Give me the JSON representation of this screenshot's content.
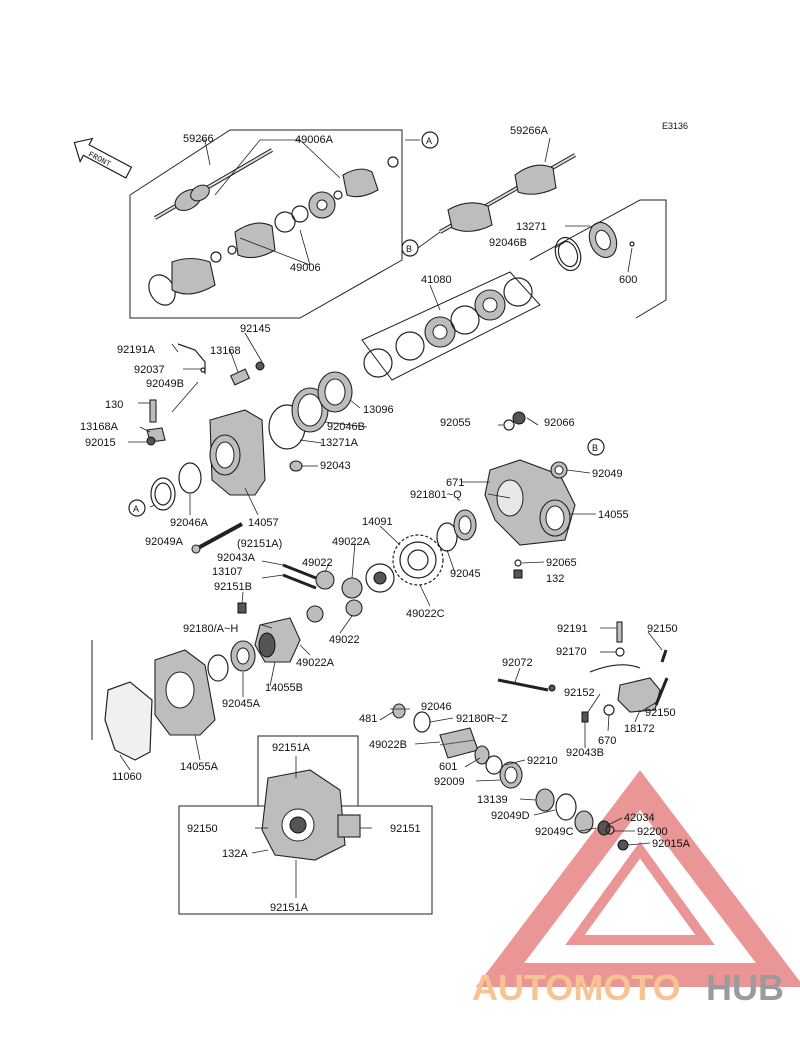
{
  "diagram_code": "E3136",
  "front_arrow_label": "FRONT",
  "watermark": {
    "part_a": "AUTOMOTO",
    "part_b": "HUB",
    "color_a": "#f5b06e",
    "color_b": "#7a7a7a",
    "triangle_color": "#e57373"
  },
  "callouts": {
    "A": "A",
    "B": "B"
  },
  "labels": {
    "l59266": "59266",
    "l49006A": "49006A",
    "l49006": "49006",
    "l59266A": "59266A",
    "l13271": "13271",
    "l92046B_top": "92046B",
    "l600": "600",
    "l41080": "41080",
    "l92145": "92145",
    "l92191A": "92191A",
    "l13168": "13168",
    "l92037": "92037",
    "l92049B": "92049B",
    "l130": "130",
    "l13168A": "13168A",
    "l92015": "92015",
    "l13096": "13096",
    "l92046B": "92046B",
    "l13271A": "13271A",
    "l92043": "92043",
    "l92055": "92055",
    "l92066": "92066",
    "l92049": "92049",
    "l671": "671",
    "l921801Q": "921801~Q",
    "l14055": "14055",
    "l92046A": "92046A",
    "l14057": "14057",
    "l14091": "14091",
    "l92049A": "92049A",
    "l92151A_paren": "(92151A)",
    "l49022A_top": "49022A",
    "l92043A": "92043A",
    "l49022": "49022",
    "l13107": "13107",
    "l92045": "92045",
    "l92065": "92065",
    "l132": "132",
    "l92151B": "92151B",
    "l49022C": "49022C",
    "l92180AH": "92180/A~H",
    "l49022_b": "49022",
    "l92191": "92191",
    "l92150_top": "92150",
    "l92170": "92170",
    "l49022A": "49022A",
    "l92072": "92072",
    "l14055B": "14055B",
    "l92152": "92152",
    "l92045A": "92045A",
    "l92150_mid": "92150",
    "l92046": "92046",
    "l18172": "18172",
    "l481": "481",
    "l92180RZ": "92180R~Z",
    "l670": "670",
    "l92043B": "92043B",
    "l49022B": "49022B",
    "l92151A_inset_top": "92151A",
    "l14055A": "14055A",
    "l601": "601",
    "l92210": "92210",
    "l11060": "11060",
    "l92009": "92009",
    "l13139": "13139",
    "l42034": "42034",
    "l92049D": "92049D",
    "l92200": "92200",
    "l92150_inset": "92150",
    "l92151": "92151",
    "l92049C": "92049C",
    "l92015A": "92015A",
    "l132A": "132A",
    "l92151A_inset_bottom": "92151A"
  }
}
